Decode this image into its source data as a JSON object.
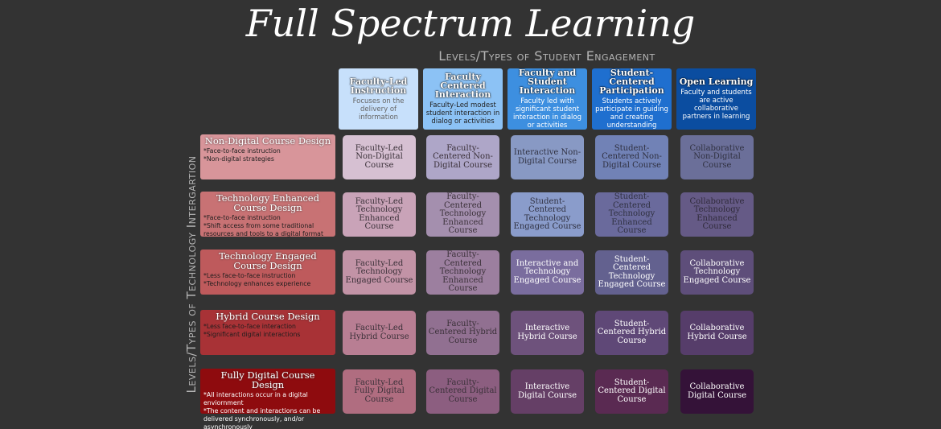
{
  "title": "Full Spectrum Learning",
  "x_axis_label": "Levels/Types of Student Engagement",
  "y_axis_label": "Levels/Types of Technology Intergartion",
  "columns": [
    {
      "title": "Faculty-Led Instruction",
      "desc": "Focuses on the delivery of information",
      "color": "#c7e0fb",
      "text": "#666666"
    },
    {
      "title": "Faculty Centered Interaction",
      "desc": "Faculty-Led modest student interaction in dialog or activities",
      "color": "#8cc2f5",
      "text": "#222222"
    },
    {
      "title": "Faculty and Student Interaction",
      "desc": "Faculty led with significant student interaction in dialog or activities",
      "color": "#3d8fe0",
      "text": "#ffffff"
    },
    {
      "title": "Student-Centered Participation",
      "desc": "Students actively participate in guiding and creating understanding",
      "color": "#1f6fcf",
      "text": "#ffffff"
    },
    {
      "title": "Open Learning",
      "desc": "Faculty and students are active collaborative partners in learning",
      "color": "#0b4da0",
      "text": "#ffffff"
    }
  ],
  "rows": [
    {
      "title": "Non-Digital Course Design",
      "bullets": [
        "*Face-to-face instruction",
        "*Non-digital strategies"
      ],
      "color": "#d8959a"
    },
    {
      "title": "Technology Enhanced Course Design",
      "bullets": [
        "*Face-to-face instruction",
        "*Shift access from some traditional resources and tools to a digital format"
      ],
      "color": "#c87274"
    },
    {
      "title": "Technology Engaged Course Design",
      "bullets": [
        "*Less face-to-face instruction",
        "*Technology enhances experience"
      ],
      "color": "#be5a5c"
    },
    {
      "title": "Hybrid Course Design",
      "bullets": [
        "*Less face-to-face interaction",
        "*Significant digital interactions"
      ],
      "color": "#a83236"
    },
    {
      "title": "Fully Digital Course Design",
      "bullets": [
        "*All interactions occur in a digital enviornment",
        "*The content and interactions can be delivered synchronously, and/or asynchronously"
      ],
      "color": "#8e0b0e"
    }
  ],
  "cells": [
    [
      {
        "label": "Faculty-Led Non-Digital Course",
        "color": "#d6c0d2",
        "text": "#3a3038"
      },
      {
        "label": "Faculty-Centered Non-Digital Course",
        "color": "#aea6c8",
        "text": "#3a3038"
      },
      {
        "label": "Interactive Non-Digital Course",
        "color": "#8899c4",
        "text": "#2f3040"
      },
      {
        "label": "Student-Centered Non-Digital Course",
        "color": "#7182b6",
        "text": "#2f3040"
      },
      {
        "label": "Collaborative Non-Digital Course",
        "color": "#6b6f99",
        "text": "#2f3040"
      }
    ],
    [
      {
        "label": "Faculty-Led Technology Enhanced Course",
        "color": "#c9a3b8",
        "text": "#3a3038"
      },
      {
        "label": "Faculty-Centered Technology Enhanced Course",
        "color": "#a48fae",
        "text": "#3a3038"
      },
      {
        "label": "Student-Centered Technology Engaged Course",
        "color": "#8a9ccb",
        "text": "#2f3040"
      },
      {
        "label": "Student-Centered Technology Enhanced Course",
        "color": "#6a6a9c",
        "text": "#2f3040"
      },
      {
        "label": "Collaborative Technology Enhanced Course",
        "color": "#655a86",
        "text": "#2f2a3a"
      }
    ],
    [
      {
        "label": "Faculty-Led Technology Engaged Course",
        "color": "#c293a6",
        "text": "#3a3038"
      },
      {
        "label": "Faculty-Centered Technology Enhanced Course",
        "color": "#9c7f9f",
        "text": "#3a3038"
      },
      {
        "label": "Interactive and Technology Engaged Course",
        "color": "#7a6d9e",
        "text": "#ffffff"
      },
      {
        "label": "Student-Centered Technology Engaged Course",
        "color": "#63618f",
        "text": "#ffffff"
      },
      {
        "label": "Collaborative Technology Engaged Course",
        "color": "#5e4e7a",
        "text": "#ffffff"
      }
    ],
    [
      {
        "label": "Faculty-Led Hybrid Course",
        "color": "#b87e93",
        "text": "#3a3038"
      },
      {
        "label": "Faculty-Centered Hybrid Course",
        "color": "#917091",
        "text": "#3a3038"
      },
      {
        "label": "Interactive Hybrid Course",
        "color": "#6e527c",
        "text": "#ffffff"
      },
      {
        "label": "Student-Centered Hybrid Course",
        "color": "#5f4877",
        "text": "#ffffff"
      },
      {
        "label": "Collaborative Hybrid Course",
        "color": "#563d6a",
        "text": "#ffffff"
      }
    ],
    [
      {
        "label": "Faculty-Led Fully Digital Course",
        "color": "#b06d80",
        "text": "#3a3038"
      },
      {
        "label": "Faculty-Centered Digital Course",
        "color": "#8c5e80",
        "text": "#3a3038"
      },
      {
        "label": "Interactive Digital Course",
        "color": "#653f66",
        "text": "#ffffff"
      },
      {
        "label": "Student-Centered Digital Course",
        "color": "#5a2a52",
        "text": "#ffffff"
      },
      {
        "label": "Collaborative Digital Course",
        "color": "#341238",
        "text": "#ffffff"
      }
    ]
  ]
}
